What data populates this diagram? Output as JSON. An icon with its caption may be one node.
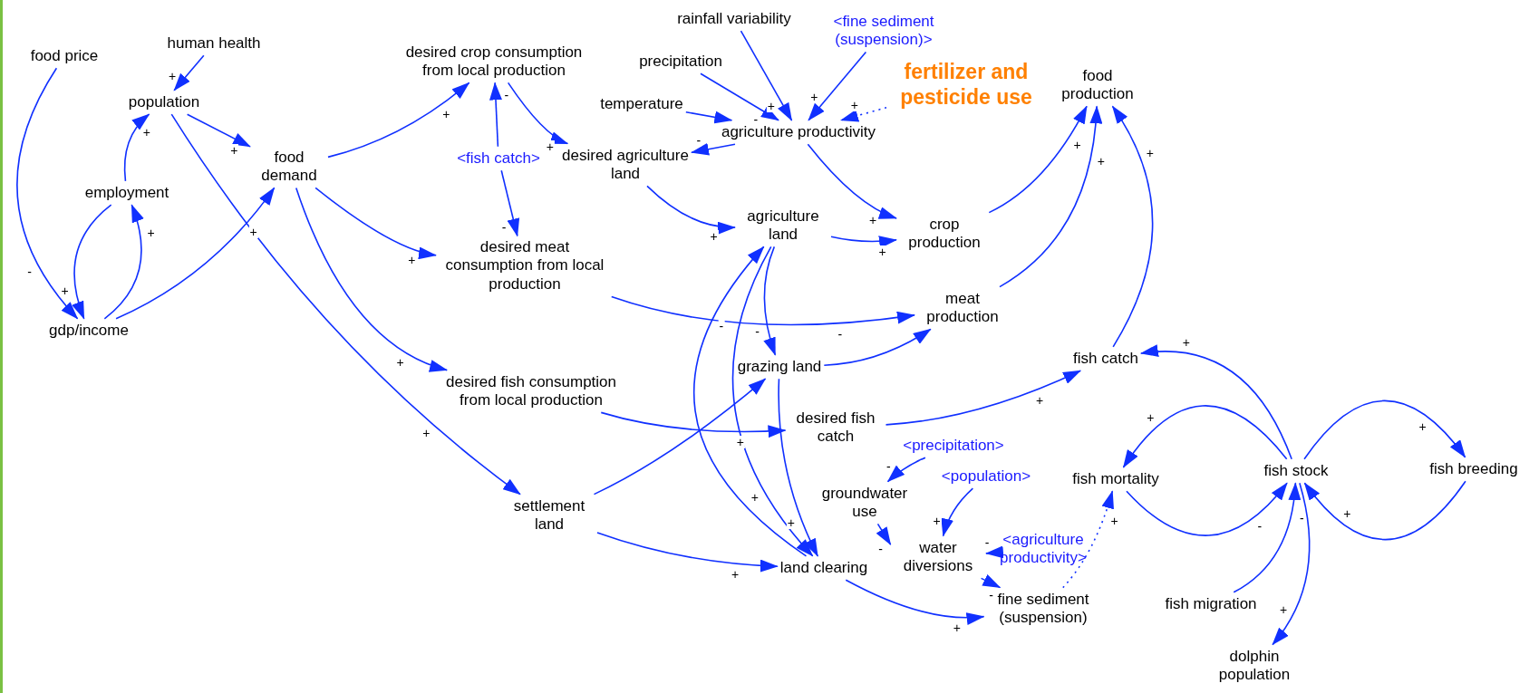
{
  "diagram": {
    "nodes": [
      {
        "text": [
          "food price"
        ]
      },
      {
        "text": [
          "human health"
        ]
      },
      {
        "text": [
          "population"
        ]
      },
      {
        "text": [
          "employment"
        ]
      },
      {
        "text": [
          "gdp/income"
        ]
      },
      {
        "text": [
          "food demand"
        ]
      },
      {
        "text": [
          "desired crop consumption from local production"
        ]
      },
      {
        "text": [
          "<fish catch>"
        ]
      },
      {
        "text": [
          "desired meat consumption from local production"
        ]
      },
      {
        "text": [
          "desired fish consumption from local production"
        ]
      },
      {
        "text": [
          "rainfall variability"
        ]
      },
      {
        "text": [
          "<fine sediment (suspension)>"
        ]
      },
      {
        "text": [
          "precipitation"
        ]
      },
      {
        "text": [
          "temperature"
        ]
      },
      {
        "text": [
          "fertilizer and pesticide use"
        ]
      },
      {
        "text": [
          "agriculture productivity"
        ]
      },
      {
        "text": [
          "desired agriculture land"
        ]
      },
      {
        "text": [
          "food production"
        ]
      },
      {
        "text": [
          "agriculture land"
        ]
      },
      {
        "text": [
          "crop production"
        ]
      },
      {
        "text": [
          "meat production"
        ]
      },
      {
        "text": [
          "grazing land"
        ]
      },
      {
        "text": [
          "fish catch"
        ]
      },
      {
        "text": [
          "desired fish catch"
        ]
      },
      {
        "text": [
          "settlement land"
        ]
      },
      {
        "text": [
          "<precipitation>"
        ]
      },
      {
        "text": [
          "<population>"
        ]
      },
      {
        "text": [
          "groundwater use"
        ]
      },
      {
        "text": [
          "<agriculture productivity>"
        ]
      },
      {
        "text": [
          "land clearing"
        ]
      },
      {
        "text": [
          "water diversions"
        ]
      },
      {
        "text": [
          "fine sediment (suspension)"
        ]
      },
      {
        "text": [
          "fish mortality"
        ]
      },
      {
        "text": [
          "fish stock"
        ]
      },
      {
        "text": [
          "fish breeding"
        ]
      },
      {
        "text": [
          "fish migration"
        ]
      },
      {
        "text": [
          "dolphin population"
        ]
      }
    ],
    "edges": [
      {
        "from": 0,
        "to": 4,
        "arrow": "to",
        "label": "-"
      },
      {
        "from": 1,
        "to": 2,
        "arrow": "to",
        "label": "+"
      },
      {
        "from": 3,
        "to": 2,
        "arrow": "to",
        "label": "+"
      },
      {
        "from": 3,
        "to": 4,
        "arrow": "to",
        "label": "+"
      },
      {
        "from": 4,
        "to": 3,
        "arrow": "to",
        "label": "+"
      },
      {
        "from": 4,
        "to": 5,
        "arrow": "to",
        "label": "+"
      },
      {
        "from": 2,
        "to": 5,
        "arrow": "to",
        "label": "+"
      },
      {
        "from": 2,
        "to": 24,
        "arrow": "to",
        "label": "+"
      },
      {
        "from": 5,
        "to": 6,
        "arrow": "to",
        "label": "+"
      },
      {
        "from": 5,
        "to": 8,
        "arrow": "to",
        "label": "+"
      },
      {
        "from": 5,
        "to": 9,
        "arrow": "to",
        "label": "+"
      },
      {
        "from": 7,
        "to": 6,
        "arrow": "to",
        "label": "-"
      },
      {
        "from": 7,
        "to": 8,
        "arrow": "to",
        "label": "-"
      },
      {
        "from": 6,
        "to": 16,
        "arrow": "to",
        "label": "+"
      },
      {
        "from": 10,
        "to": 15,
        "arrow": "to",
        "label": "+"
      },
      {
        "from": 12,
        "to": 15,
        "arrow": "to",
        "label": "-"
      },
      {
        "from": 11,
        "to": 15,
        "arrow": "to",
        "label": "+"
      },
      {
        "from": 13,
        "to": 15,
        "arrow": "to"
      },
      {
        "from": 14,
        "to": 15,
        "arrow": "to",
        "label": "+",
        "style": "dashed"
      },
      {
        "from": 15,
        "to": 16,
        "arrow": "to",
        "label": "-"
      },
      {
        "from": 15,
        "to": 19,
        "arrow": "to",
        "label": "+"
      },
      {
        "from": 16,
        "to": 18,
        "arrow": "to",
        "label": "+"
      },
      {
        "from": 18,
        "to": 19,
        "arrow": "to",
        "label": "+"
      },
      {
        "from": 18,
        "to": 21,
        "arrow": "to",
        "label": "-"
      },
      {
        "from": 18,
        "to": 29,
        "arrow": "to",
        "label": "+"
      },
      {
        "from": 29,
        "to": 18,
        "arrow": "to",
        "label": "-"
      },
      {
        "from": 21,
        "to": 29,
        "arrow": "to",
        "label": "+"
      },
      {
        "from": 21,
        "to": 20,
        "arrow": "to"
      },
      {
        "from": 8,
        "to": 20,
        "arrow": "to",
        "label": "-"
      },
      {
        "from": 24,
        "to": 21,
        "arrow": "to"
      },
      {
        "from": 24,
        "to": 29,
        "arrow": "to",
        "label": "+"
      },
      {
        "from": 9,
        "to": 23,
        "arrow": "to",
        "label": "+"
      },
      {
        "from": 23,
        "to": 22,
        "arrow": "to",
        "label": "+"
      },
      {
        "from": 19,
        "to": 17,
        "arrow": "to",
        "label": "+"
      },
      {
        "from": 20,
        "to": 17,
        "arrow": "to",
        "label": "+"
      },
      {
        "from": 22,
        "to": 17,
        "arrow": "to",
        "label": "+"
      },
      {
        "from": 33,
        "to": 22,
        "arrow": "to",
        "label": "+"
      },
      {
        "from": 33,
        "to": 32,
        "arrow": "to",
        "label": "+"
      },
      {
        "from": 32,
        "to": 33,
        "arrow": "to",
        "label": "-"
      },
      {
        "from": 33,
        "to": 34,
        "arrow": "to",
        "label": "+"
      },
      {
        "from": 34,
        "to": 33,
        "arrow": "to",
        "label": "+"
      },
      {
        "from": 35,
        "to": 33,
        "arrow": "to",
        "label": "-"
      },
      {
        "from": 33,
        "to": 36,
        "arrow": "to",
        "label": "+"
      },
      {
        "from": 31,
        "to": 32,
        "arrow": "to",
        "label": "+",
        "style": "dashed"
      },
      {
        "from": 25,
        "to": 27,
        "arrow": "to",
        "label": "-"
      },
      {
        "from": 26,
        "to": 30,
        "arrow": "to",
        "label": "+"
      },
      {
        "from": 28,
        "to": 30,
        "arrow": "to",
        "label": "-"
      },
      {
        "from": 27,
        "to": 30,
        "arrow": "to",
        "label": "-"
      },
      {
        "from": 30,
        "to": 31,
        "arrow": "to",
        "label": "-"
      },
      {
        "from": 29,
        "to": 31,
        "arrow": "to",
        "label": "+"
      }
    ]
  }
}
